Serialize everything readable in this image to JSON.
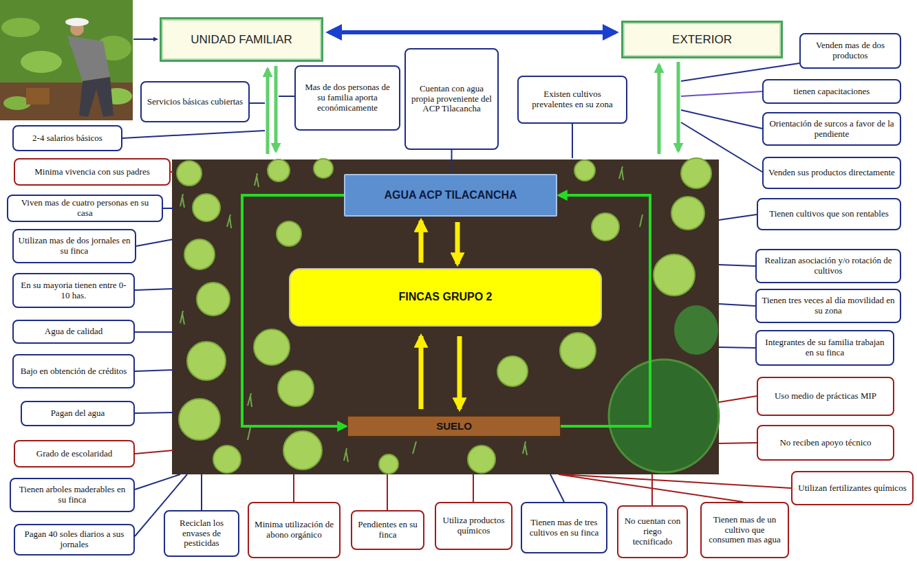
{
  "diagram": {
    "nodes": [
      {
        "text": [
          "UNIDAD FAMILIAR"
        ]
      },
      {
        "text": [
          "EXTERIOR"
        ]
      },
      {
        "text": [
          "Venden mas de dos productos"
        ]
      },
      {
        "text": [
          "Servicios básicas cubiertas"
        ]
      },
      {
        "text": [
          "Mas de dos personas de su familia aporta económicamente"
        ]
      },
      {
        "text": [
          "Cuentan con agua propia proveniente del ACP Tilacancha"
        ]
      },
      {
        "text": [
          "Existen cultivos prevalentes en su zona"
        ]
      },
      {
        "text": [
          "tienen capacitaciones"
        ]
      },
      {
        "text": [
          "Orientación de surcos a favor de la pendiente"
        ]
      },
      {
        "text": [
          "2-4 salarios básicos"
        ]
      },
      {
        "text": [
          "Minima vivencia con sus padres"
        ]
      },
      {
        "text": [
          "Venden sus productos directamente"
        ]
      },
      {
        "text": [
          "AGUA ACP TILACANCHA"
        ]
      },
      {
        "text": [
          "Viven mas de cuatro personas en su casa"
        ]
      },
      {
        "text": [
          "Tienen cultivos que son rentables"
        ]
      },
      {
        "text": [
          "Utilizan mas de dos jornales en su finca"
        ]
      },
      {
        "text": [
          "Realizan asociación y/o rotación de cultivos"
        ]
      },
      {
        "text": [
          "FINCAS GRUPO 2"
        ]
      },
      {
        "text": [
          "En su mayoria tienen entre 0-10 has."
        ]
      },
      {
        "text": [
          "Tienen tres veces al día movilidad en su zona"
        ]
      },
      {
        "text": [
          "Agua de calidad"
        ]
      },
      {
        "text": [
          "Integrantes de su familia trabajan en su finca"
        ]
      },
      {
        "text": [
          "Bajo en obtención de créditos"
        ]
      },
      {
        "text": [
          "Uso medio de prácticas MIP"
        ]
      },
      {
        "text": [
          "Pagan del agua"
        ]
      },
      {
        "text": [
          "SUELO"
        ]
      },
      {
        "text": [
          "No reciben apoyo técnico"
        ]
      },
      {
        "text": [
          "Grado de escolaridad"
        ]
      },
      {
        "text": [
          "Utilizan fertilizantes químicos"
        ]
      },
      {
        "text": [
          "Tienen arboles maderables en su finca"
        ]
      },
      {
        "text": [
          "Reciclan los envases de pesticidas"
        ]
      },
      {
        "text": [
          "Minima utilización de abono orgánico"
        ]
      },
      {
        "text": [
          "Pendientes en su finca"
        ]
      },
      {
        "text": [
          "Utiliza productos químicos"
        ]
      },
      {
        "text": [
          "Tienen mas de tres cultivos en su finca"
        ]
      },
      {
        "text": [
          "No cuentan con riego tecnificado"
        ]
      },
      {
        "text": [
          "Tienen mas de un cultivo que consumen mas agua"
        ]
      },
      {
        "text": [
          "Pagan 40 soles diarios a sus jornales"
        ]
      }
    ],
    "edges": [
      {
        "from": 0,
        "to": 1,
        "arrow": "both"
      },
      {
        "from": 12,
        "to": 17,
        "arrow": "to"
      },
      {
        "from": 17,
        "to": 12,
        "arrow": "to"
      },
      {
        "from": 17,
        "to": 25,
        "arrow": "to"
      },
      {
        "from": 25,
        "to": 17,
        "arrow": "to"
      },
      {
        "from": 12,
        "to": 25,
        "arrow": "to"
      },
      {
        "from": 25,
        "to": 12,
        "arrow": "to"
      },
      {
        "from": 5,
        "to": 12,
        "arrow": "none"
      }
    ]
  }
}
